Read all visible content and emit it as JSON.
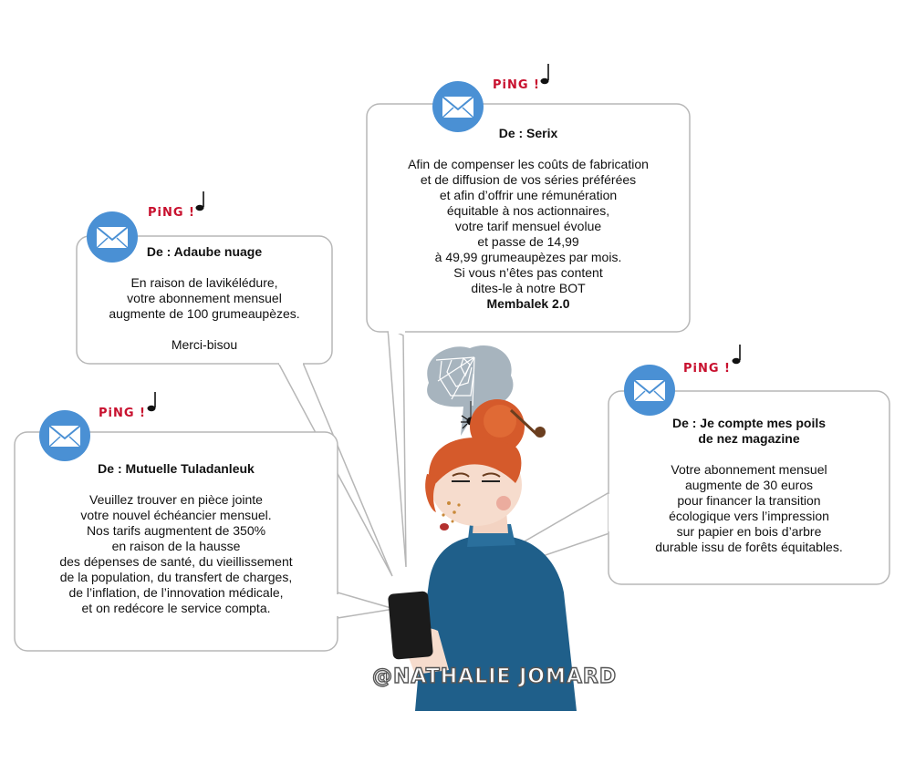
{
  "colors": {
    "bubble_border": "#b7b7b7",
    "envelope_circle": "#4a90d4",
    "ping_red": "#c8102e",
    "sweater_blue": "#1f5f8a",
    "hair_orange": "#d55a2b",
    "cloud_grey": "#a7b4be"
  },
  "notifications": [
    {
      "ping": "PiNG !",
      "from": "De : Serix",
      "lines": [
        "Afin de compenser les coûts de fabrication",
        "et de diffusion de vos séries préférées",
        "et afin d’offrir une rémunération",
        "équitable à nos actionnaires,",
        "votre tarif mensuel évolue",
        "et passe de 14,99",
        "à 49,99 grumeaupèzes par mois.",
        "Si vous n’êtes pas content",
        "dites-le à notre BOT"
      ],
      "bold_end": "Membalek 2.0"
    },
    {
      "ping": "PiNG !",
      "from": "De : Adaube nuage",
      "lines": [
        "En raison de lavikélédure,",
        "votre abonnement mensuel",
        "augmente de 100 grumeaupèzes."
      ],
      "signoff": "Merci-bisou"
    },
    {
      "ping": "PiNG !",
      "from": "De : Mutuelle Tuladanleuk",
      "lines": [
        "Veuillez trouver en pièce jointe",
        "votre nouvel échéancier mensuel.",
        "Nos tarifs augmentent de 350%",
        "en raison de la hausse",
        "des dépenses de santé, du vieillissement",
        "de la population, du transfert de charges,",
        "de l’inflation, de l’innovation médicale,",
        "et on redécore le service compta."
      ]
    },
    {
      "ping": "PiNG !",
      "from_lines": [
        "De : Je compte mes poils",
        "de nez magazine"
      ],
      "lines": [
        "Votre abonnement mensuel",
        "augmente de 30 euros",
        "pour financer la transition",
        "écologique vers l’impression",
        "sur papier en bois d’arbre",
        "durable issu de forêts équitables."
      ]
    }
  ],
  "icons": {
    "envelope": "envelope-icon",
    "note": "music-note-icon",
    "cloud": "cobweb-cloud-icon",
    "spider": "spider-icon",
    "phone": "smartphone-icon"
  },
  "watermark": "@NATHALIE JOMARD"
}
